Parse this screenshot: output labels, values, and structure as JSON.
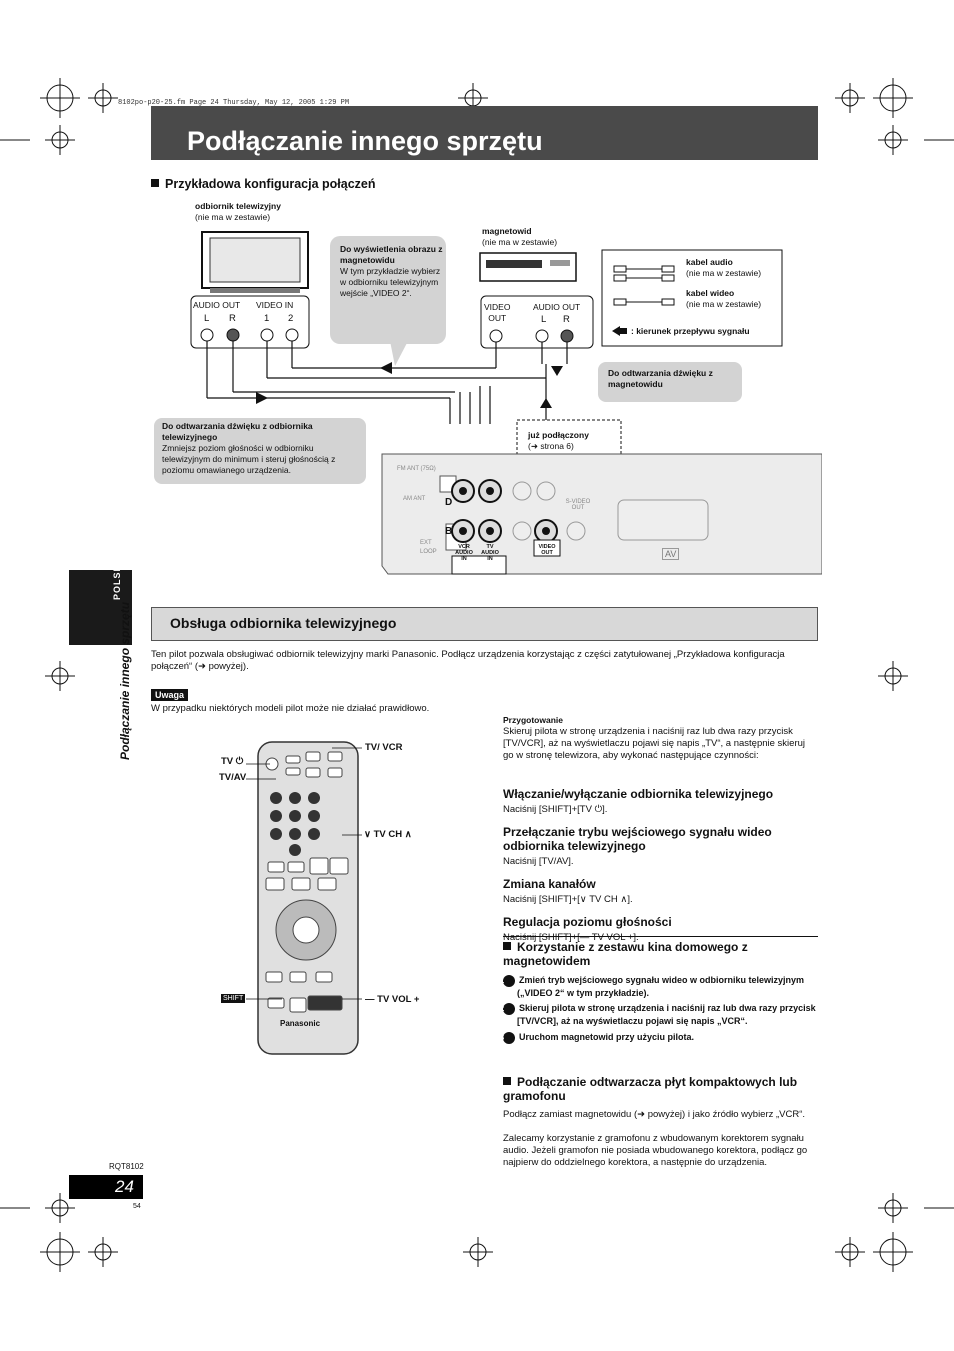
{
  "print_header": "8102po-p20-25.fm  Page 24  Thursday, May 12, 2005  1:29 PM",
  "page_title": "Podłączanie innego sprzętu",
  "example_heading": "Przykładowa konfiguracja połączeń",
  "tv": {
    "label": "odbiornik telewizyjny",
    "note": "(nie ma w zestawie)",
    "audio_out": "AUDIO OUT",
    "video_in": "VIDEO IN",
    "l": "L",
    "r": "R",
    "one": "1",
    "two": "2"
  },
  "vcr": {
    "label": "magnetowid",
    "note": "(nie ma w zestawie)",
    "video": "VIDEO",
    "out": "OUT",
    "audio_out": "AUDIO OUT",
    "l": "L",
    "r": "R"
  },
  "legend": {
    "audio_cable": "kabel audio",
    "audio_note": "(nie ma w zestawie)",
    "video_cable": "kabel wideo",
    "video_note": "(nie ma w zestawie)",
    "flow": ": kierunek przepływu sygnału"
  },
  "bubble_vcr_display": {
    "bold": "Do wyświetlenia obrazu z magnetowidu",
    "text": "W tym przykładzie wybierz w odbiorniku telewizyjnym wejście „VIDEO 2“."
  },
  "bubble_vcr_sound": {
    "bold": "Do odtwarzania dźwięku z magnetowidu"
  },
  "bubble_tv_sound": {
    "bold": "Do odtwarzania dźwięku z odbiornika telewizyjnego",
    "text": "Zmniejsz poziom głośności w odbiorniku telewizyjnym do minimum i steruj głośnością z poziomu omawianego urządzenia."
  },
  "already_connected": {
    "line1": "już podłączony",
    "line2": "(➜ strona 6)"
  },
  "unit_labels": {
    "fm_ant": "FM ANT (75Ω)",
    "am_ant": "AM ANT",
    "ext": "EXT",
    "loop": "LOOP",
    "vcr_audio_in": "VCR AUDIO IN",
    "tv_audio_in": "TV AUDIO IN",
    "video_out": "VIDEO OUT",
    "s_video_out": "S-VIDEO OUT",
    "av": "AV",
    "d": "D",
    "b": "B"
  },
  "side_tab": "POLSKI",
  "side_vertical": "Podłączanie innego sprzętu",
  "section_title": "Obsługa odbiornika telewizyjnego",
  "intro": "Ten pilot pozwala obsługiwać odbiornik telewizyjny marki Panasonic. Podłącz urządzenia korzystając z części zatytułowanej „Przykładowa konfiguracja połączeń“ (➜ powyżej).",
  "uwaga_label": "Uwaga",
  "uwaga_text": "W przypadku niektórych modeli pilot może nie działać prawidłowo.",
  "remote_labels": {
    "tv_power": "TV ⏻",
    "tv_av": "TV/AV",
    "tv_vcr": "TV/ VCR",
    "tv_ch": "∨ TV CH ∧",
    "shift": "SHIFT",
    "tv_vol": "— TV VOL +",
    "brand": "Panasonic"
  },
  "prep": {
    "title": "Przygotowanie",
    "text": "Skieruj pilota w stronę urządzenia i naciśnij raz lub dwa razy przycisk [TV/VCR], aż na wyświetlaczu pojawi się napis „TV“, a następnie skieruj go w stronę telewizora, aby wykonać następujące czynności:"
  },
  "ops": [
    {
      "title": "Włączanie/wyłączanie odbiornika telewizyjnego",
      "text": "Naciśnij [SHIFT]+[TV ⏻]."
    },
    {
      "title": "Przełączanie trybu wejściowego sygnału wideo odbiornika telewizyjnego",
      "text": "Naciśnij [TV/AV]."
    },
    {
      "title": "Zmiana kanałów",
      "text": "Naciśnij [SHIFT]+[∨ TV CH ∧]."
    },
    {
      "title": "Regulacja poziomu głośności",
      "text": "Naciśnij [SHIFT]+[— TV VOL +]."
    }
  ],
  "vcr_use": {
    "title": "Korzystanie z zestawu kina domowego z magnetowidem",
    "steps": [
      {
        "n": "1",
        "text": "Zmień tryb wejściowego sygnału wideo w odbiorniku telewizyjnym („VIDEO 2“ w tym przykładzie)."
      },
      {
        "n": "2",
        "text": "Skieruj pilota w stronę urządzenia i naciśnij raz lub dwa razy przycisk [TV/VCR], aż na wyświetlaczu pojawi się napis „VCR“."
      },
      {
        "n": "3",
        "text": "Uruchom magnetowid przy użyciu pilota."
      }
    ]
  },
  "cd": {
    "title": "Podłączanie odtwarzacza płyt kompaktowych lub gramofonu",
    "text1": "Podłącz zamiast magnetowidu (➜ powyżej) i jako źródło wybierz „VCR“.",
    "text2": "Zalecamy korzystanie z gramofonu z wbudowanym korektorem sygnału audio. Jeżeli gramofon nie posiada wbudowanego korektora, podłącz go najpierw do oddzielnego korektora, a następnie do urządzenia."
  },
  "rqt": "RQT8102",
  "page_number": "24",
  "page_small": "54"
}
